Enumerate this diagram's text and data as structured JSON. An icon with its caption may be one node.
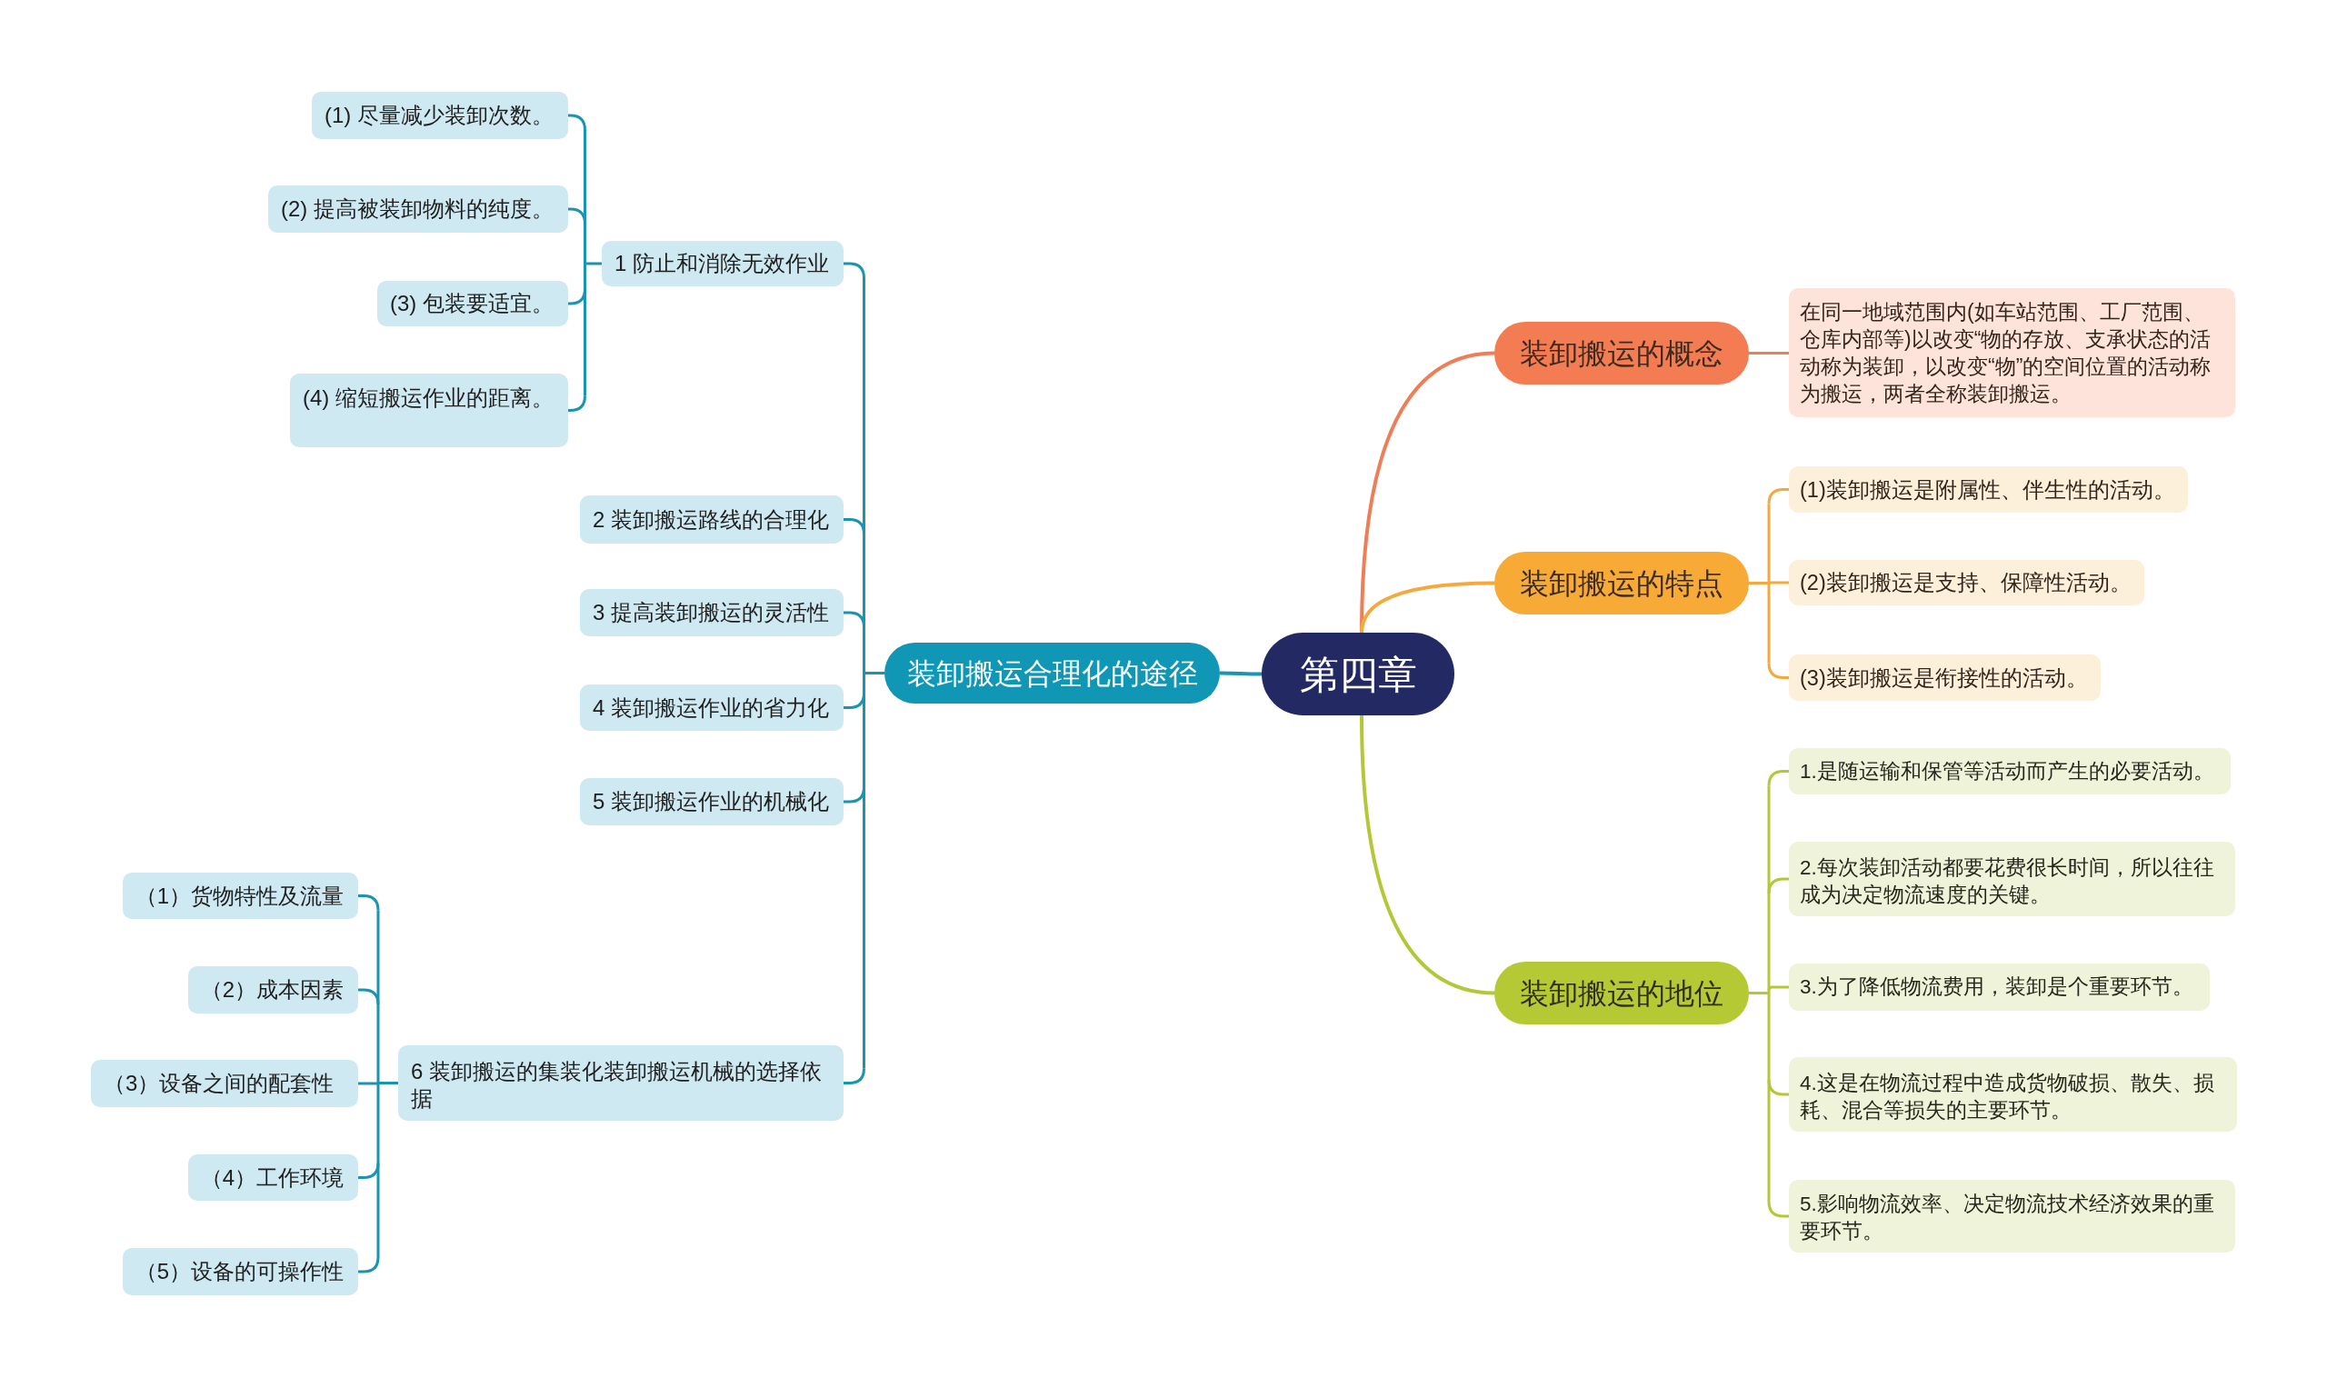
{
  "diagram": {
    "nodes": [
      {
        "text": [
          "第四章"
        ]
      },
      {
        "text": [
          "装卸搬运合理化的途径"
        ]
      },
      {
        "text": [
          "1 防止和消除无效作业"
        ]
      },
      {
        "text": [
          "(1) 尽量减少装卸次数。"
        ]
      },
      {
        "text": [
          "(2) 提高被装卸物料的纯度。"
        ]
      },
      {
        "text": [
          "(3) 包装要适宜。"
        ]
      },
      {
        "text": [
          "(4) 缩短搬运作业的距离。"
        ]
      },
      {
        "text": [
          "2 装卸搬运路线的合理化"
        ]
      },
      {
        "text": [
          "3 提高装卸搬运的灵活性"
        ]
      },
      {
        "text": [
          "4 装卸搬运作业的省力化"
        ]
      },
      {
        "text": [
          "5 装卸搬运作业的机械化"
        ]
      },
      {
        "text": [
          "6 装卸搬运的集装化装卸搬运机械的选择依据"
        ]
      },
      {
        "text": [
          "（1）货物特性及流量"
        ]
      },
      {
        "text": [
          "（2）成本因素"
        ]
      },
      {
        "text": [
          "（3）设备之间的配套性"
        ]
      },
      {
        "text": [
          "（4）工作环境"
        ]
      },
      {
        "text": [
          "（5）设备的可操作性"
        ]
      },
      {
        "text": [
          "装卸搬运的概念"
        ]
      },
      {
        "text": [
          "在同一地域范围内(如车站范围、工厂范围、仓库内部等)以改变“物的存放、支承状态的活动称为装卸，以改变“物”的空间位置的活动称为搬运，两者全称装卸搬运。"
        ]
      },
      {
        "text": [
          "装卸搬运的特点"
        ]
      },
      {
        "text": [
          "(1)装卸搬运是附属性、伴生性的活动。"
        ]
      },
      {
        "text": [
          "(2)装卸搬运是支持、保障性活动。"
        ]
      },
      {
        "text": [
          "(3)装卸搬运是衔接性的活动。"
        ]
      },
      {
        "text": [
          "装卸搬运的地位"
        ]
      },
      {
        "text": [
          "1.是随运输和保管等活动而产生的必要活动。"
        ]
      },
      {
        "text": [
          "2.每次装卸活动都要花费很长时间，所以往往成为决定物流速度的关键。"
        ]
      },
      {
        "text": [
          "3.为了降低物流费用，装卸是个重要环节。"
        ]
      },
      {
        "text": [
          "4.这是在物流过程中造成货物破损、散失、损耗、混合等损失的主要环节。"
        ]
      },
      {
        "text": [
          "5.影响物流效率、决定物流技术经济效果的重要环节。"
        ]
      }
    ],
    "edges": [
      {
        "from": 0,
        "to": 1,
        "arrow": "none"
      },
      {
        "from": 1,
        "to": 2,
        "arrow": "none"
      },
      {
        "from": 2,
        "to": 3,
        "arrow": "none"
      },
      {
        "from": 2,
        "to": 4,
        "arrow": "none"
      },
      {
        "from": 2,
        "to": 5,
        "arrow": "none"
      },
      {
        "from": 2,
        "to": 6,
        "arrow": "none"
      },
      {
        "from": 1,
        "to": 7,
        "arrow": "none"
      },
      {
        "from": 1,
        "to": 8,
        "arrow": "none"
      },
      {
        "from": 1,
        "to": 9,
        "arrow": "none"
      },
      {
        "from": 1,
        "to": 10,
        "arrow": "none"
      },
      {
        "from": 1,
        "to": 11,
        "arrow": "none"
      },
      {
        "from": 11,
        "to": 12,
        "arrow": "none"
      },
      {
        "from": 11,
        "to": 13,
        "arrow": "none"
      },
      {
        "from": 11,
        "to": 14,
        "arrow": "none"
      },
      {
        "from": 11,
        "to": 15,
        "arrow": "none"
      },
      {
        "from": 11,
        "to": 16,
        "arrow": "none"
      },
      {
        "from": 0,
        "to": 17,
        "arrow": "none",
        "color": "#ef7d56"
      },
      {
        "from": 17,
        "to": 18,
        "arrow": "none",
        "color": "#ef7d56"
      },
      {
        "from": 0,
        "to": 19,
        "arrow": "none",
        "color": "#f5a93c"
      },
      {
        "from": 19,
        "to": 20,
        "arrow": "none",
        "color": "#f5a93c"
      },
      {
        "from": 19,
        "to": 21,
        "arrow": "none",
        "color": "#f5a93c"
      },
      {
        "from": 19,
        "to": 22,
        "arrow": "none",
        "color": "#f5a93c"
      },
      {
        "from": 0,
        "to": 23,
        "arrow": "none",
        "color": "#b4c737"
      },
      {
        "from": 23,
        "to": 24,
        "arrow": "none",
        "color": "#b4c737"
      },
      {
        "from": 23,
        "to": 25,
        "arrow": "none",
        "color": "#b4c737"
      },
      {
        "from": 23,
        "to": 26,
        "arrow": "none",
        "color": "#b4c737"
      },
      {
        "from": 23,
        "to": 27,
        "arrow": "none",
        "color": "#b4c737"
      },
      {
        "from": 23,
        "to": 28,
        "arrow": "none",
        "color": "#b4c737"
      }
    ]
  }
}
